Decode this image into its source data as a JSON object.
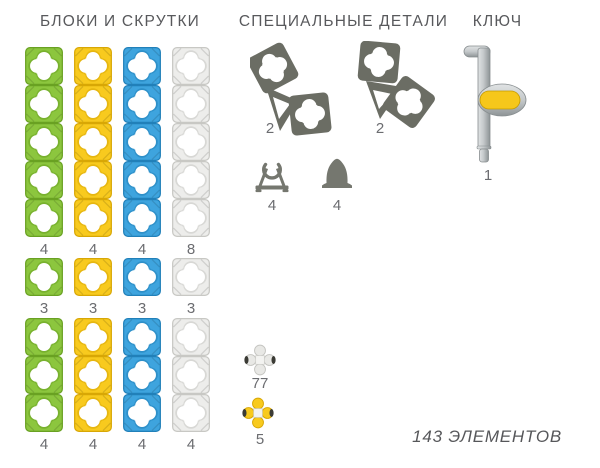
{
  "page": {
    "total_label": "143 ЭЛЕМЕНТОВ"
  },
  "colors": {
    "green": "#8CC63E",
    "green_edge": "#69A122",
    "yellow": "#F8CA1E",
    "yellow_edge": "#D8A705",
    "blue": "#3EA4DE",
    "blue_edge": "#2180B9",
    "white": "#EDEDEB",
    "white_edge": "#C8C8C4",
    "dark_gray": "#6B6D64",
    "part_gray": "#75776F",
    "metal_light": "#E0E3E4",
    "metal_mid": "#C5C9CB",
    "metal_dark": "#8E9496",
    "key_yellow": "#F6C71B",
    "title_text": "#58595C",
    "count_text": "#6B6C70"
  },
  "sections": {
    "blocks": {
      "title": "БЛОКИ И СКРУТКИ",
      "groups": [
        {
          "name": "strip-of-5",
          "blocks_per_column": 5,
          "columns": [
            {
              "color": "green",
              "count": "4"
            },
            {
              "color": "yellow",
              "count": "4"
            },
            {
              "color": "blue",
              "count": "4"
            },
            {
              "color": "white",
              "count": "8"
            }
          ]
        },
        {
          "name": "single-block",
          "blocks_per_column": 1,
          "columns": [
            {
              "color": "green",
              "count": "3"
            },
            {
              "color": "yellow",
              "count": "3"
            },
            {
              "color": "blue",
              "count": "3"
            },
            {
              "color": "white",
              "count": "3"
            }
          ]
        },
        {
          "name": "strip-of-3",
          "blocks_per_column": 3,
          "columns": [
            {
              "color": "green",
              "count": "4"
            },
            {
              "color": "yellow",
              "count": "4"
            },
            {
              "color": "blue",
              "count": "4"
            },
            {
              "color": "white",
              "count": "4"
            }
          ]
        }
      ],
      "twists": [
        {
          "color": "white",
          "count": "77"
        },
        {
          "color": "yellow",
          "count": "5"
        }
      ]
    },
    "special": {
      "title": "СПЕЦИАЛЬНЫЕ ДЕТАЛИ",
      "parts": [
        {
          "name": "angled-double-block-left",
          "count": "2"
        },
        {
          "name": "angled-double-block-right",
          "count": "2"
        },
        {
          "name": "clip-part",
          "count": "4"
        },
        {
          "name": "bell-part",
          "count": "4"
        }
      ]
    },
    "key": {
      "title": "КЛЮЧ",
      "count": "1"
    }
  }
}
